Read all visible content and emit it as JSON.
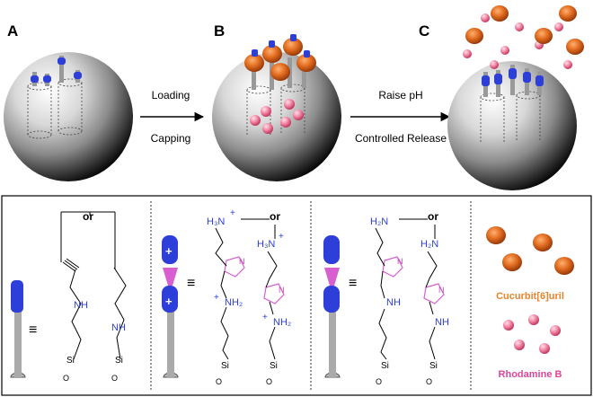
{
  "stages": {
    "a": "A",
    "b": "B",
    "c": "C"
  },
  "arrows": {
    "first_top": "Loading",
    "first_bottom": "Capping",
    "second_top": "Raise pH",
    "second_bottom": "Controlled Release"
  },
  "chemistry": {
    "or": "or",
    "nh": "NH",
    "si": "Si",
    "o": "O",
    "h3n": "H₃N",
    "h2n": "H₂N",
    "nh2": "NH₂",
    "plus": "+",
    "n": "N"
  },
  "legend": {
    "cucurbituril": "Cucurbit[6]uril",
    "rhodamine": "Rhodamine B"
  },
  "colors": {
    "cucurbituril": "#e06a1e",
    "rhodamine": "#f07a9a",
    "stalk": "#2d3fd8",
    "triazole": "#d85fd0",
    "text_blue": "#2d3fd8",
    "text_magenta": "#cc44bb",
    "legend_orange": "#e8842a",
    "legend_pink": "#e0459a"
  }
}
